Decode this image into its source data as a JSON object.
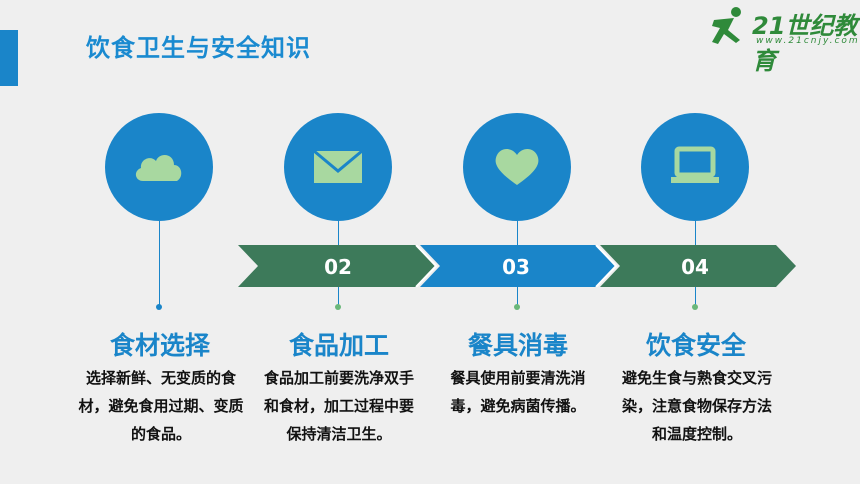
{
  "page": {
    "title": "饮食卫生与安全知识"
  },
  "logo": {
    "text": "21世纪教育",
    "sub": "www.21cnjy.com"
  },
  "colors": {
    "blue": "#1a85c9",
    "green": "#3d7a5a",
    "icon": "#a8d8a0",
    "dot_blue": "#1a85c9",
    "dot_green": "#6ab77a"
  },
  "steps": [
    {
      "number": "",
      "heading": "食材选择",
      "desc": "选择新鲜、无变质的食材，避免食用过期、变质的食品。",
      "icon": "cloud-icon"
    },
    {
      "number": "02",
      "heading": "食品加工",
      "desc": "食品加工前要洗净双手和食材，加工过程中要保持清洁卫生。",
      "icon": "mail-icon"
    },
    {
      "number": "03",
      "heading": "餐具消毒",
      "desc": "餐具使用前要清洗消毒，避免病菌传播。",
      "icon": "heart-icon"
    },
    {
      "number": "04",
      "heading": "饮食安全",
      "desc": "避免生食与熟食交叉污染，注意食物保存方法和温度控制。",
      "icon": "laptop-icon"
    }
  ]
}
